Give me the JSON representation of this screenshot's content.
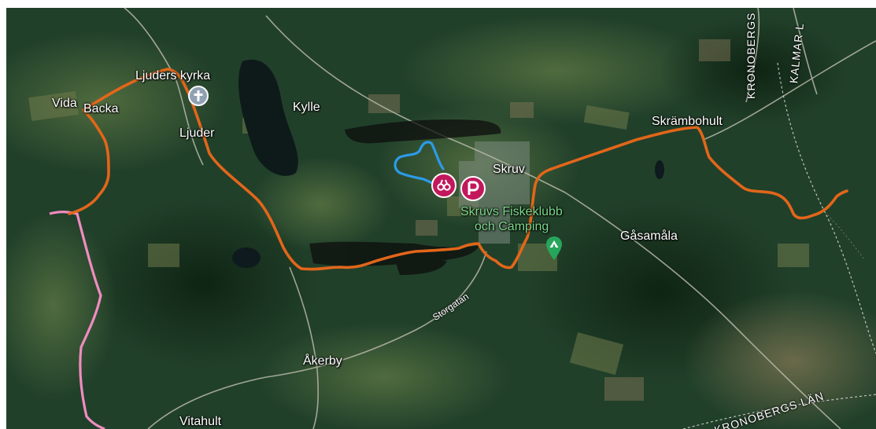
{
  "map": {
    "places": {
      "ljuders_kyrka": "Ljuders kyrka",
      "vida": "Vida",
      "backa": "Backa",
      "ljuder": "Ljuder",
      "kylle": "Kylle",
      "skruv": "Skruv",
      "skrambohult": "Skrämbohult",
      "gasamala": "Gåsamåla",
      "akerby": "Åkerby",
      "vitahult": "Vitahult"
    },
    "poi": {
      "camping_line1": "Skruvs Fiskeklubb",
      "camping_line2": "och Camping"
    },
    "roads": {
      "storgatan": "Storgatan"
    },
    "regions": {
      "kronobergs_top": "KRONOBERGS",
      "kalmar_top": "KALMAR L",
      "kronobergs_lan": "KRONOBERGS LÄN"
    },
    "icons": {
      "church": "church-icon",
      "viewpoint": "viewpoint-icon",
      "parking": "parking-icon",
      "camping": "camping-icon"
    },
    "colors": {
      "trail_orange": "#e2661a",
      "trail_pink": "#f08cc0",
      "trail_blue": "#2b9be6",
      "poi_magenta": "#c2185b",
      "camping_green": "#26a65b",
      "church_grey": "#8fa1b3"
    }
  }
}
